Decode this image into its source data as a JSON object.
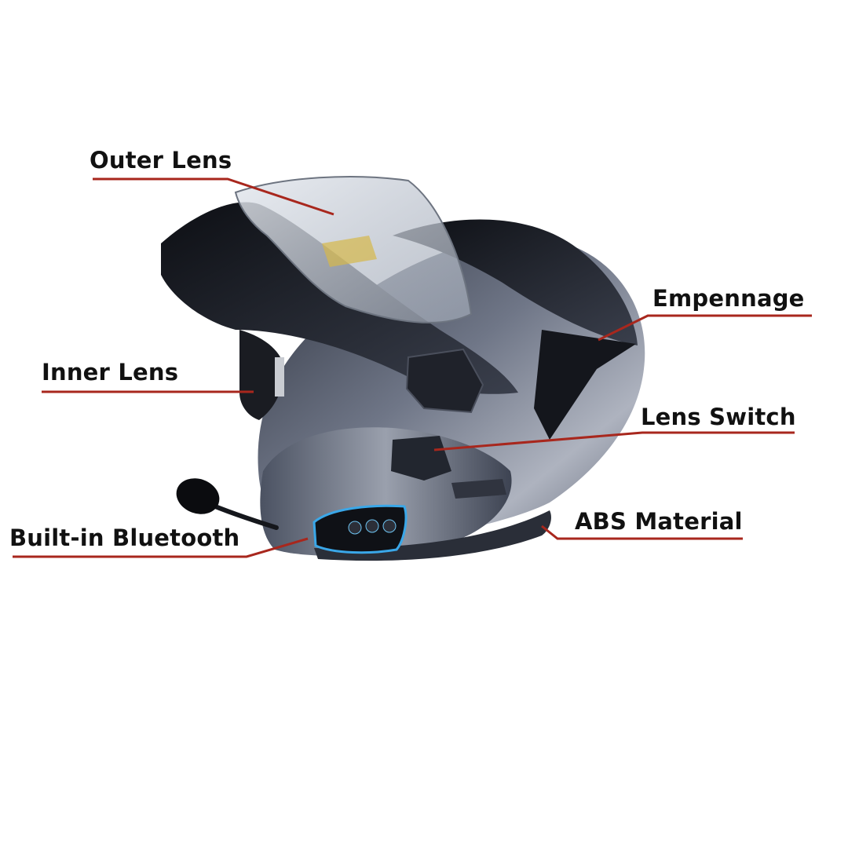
{
  "annotations": {
    "outer_lens": "Outer Lens",
    "empennage": "Empennage",
    "inner_lens": "Inner Lens",
    "lens_switch": "Lens Switch",
    "abs_material": "ABS Material",
    "built_in_bluetooth": "Built-in Bluetooth"
  },
  "colors": {
    "leader_line": "#a8271d",
    "label_text": "#111111",
    "background": "#ffffff"
  }
}
